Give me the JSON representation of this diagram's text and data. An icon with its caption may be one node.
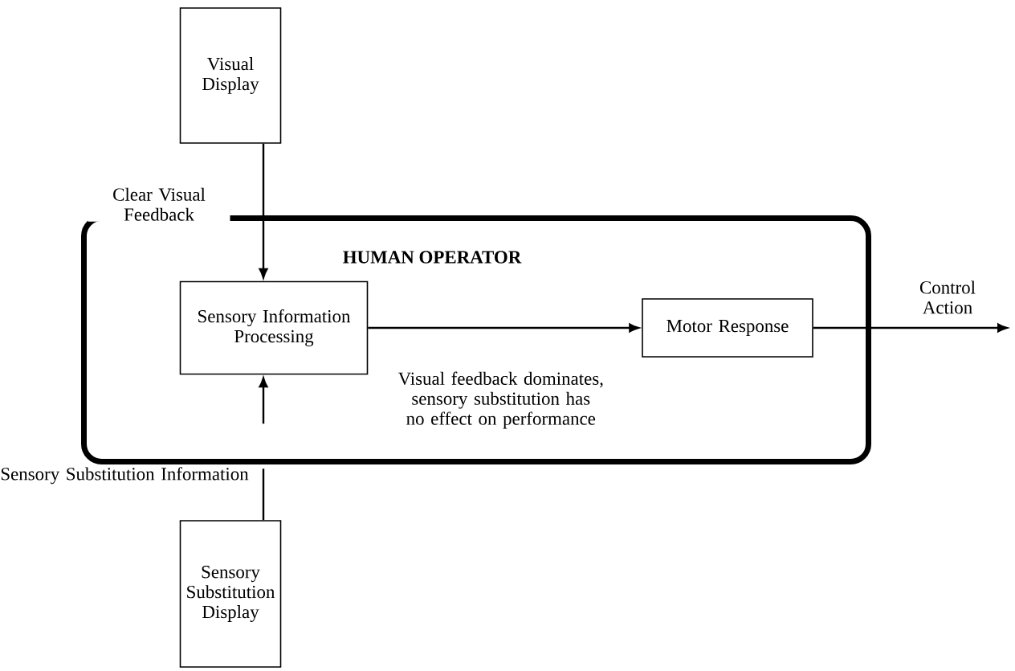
{
  "diagram": {
    "nodes": [
      {
        "text": [
          "Visual Display"
        ]
      },
      {
        "text": [
          "HUMAN OPERATOR"
        ]
      },
      {
        "text": [
          "Sensory Information Processing"
        ],
        "in": 1
      },
      {
        "text": [
          "Motor Response"
        ],
        "in": 1
      },
      {
        "text": [
          "Sensory Substitution Display"
        ]
      }
    ],
    "edges": [
      {
        "from": 0,
        "to": 2,
        "arrow": "to",
        "label": "Clear Visual Feedback"
      },
      {
        "from": 4,
        "to": 2,
        "arrow": "to",
        "label": "Sensory Substitution Information",
        "style": "dashed"
      },
      {
        "from": 2,
        "to": 3,
        "arrow": "to",
        "label": "Visual feedback dominates, sensory substitution has no effect on performance"
      },
      {
        "from": 3,
        "to": null,
        "arrow": "to",
        "label": "Control Action"
      }
    ]
  }
}
